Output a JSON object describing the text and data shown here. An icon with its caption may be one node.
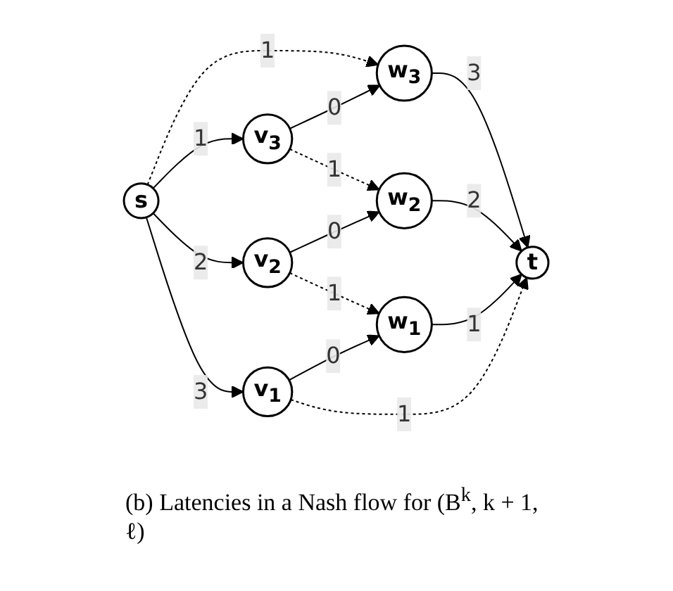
{
  "diagram": {
    "caption": "(b) Latencies in a Nash flow for (B$^{k}$, k + 1, ℓ)",
    "nodes": [
      {
        "text": [
          "s"
        ]
      },
      {
        "text": [
          "v$_{3}$"
        ]
      },
      {
        "text": [
          "v$_{2}$"
        ]
      },
      {
        "text": [
          "v$_{1}$"
        ]
      },
      {
        "text": [
          "w$_{3}$"
        ]
      },
      {
        "text": [
          "w$_{2}$"
        ]
      },
      {
        "text": [
          "w$_{1}$"
        ]
      },
      {
        "text": [
          "t"
        ]
      }
    ],
    "edges": [
      {
        "from": 0,
        "to": 4,
        "arrow": "to",
        "label": "1",
        "style": "dashed"
      },
      {
        "from": 0,
        "to": 1,
        "arrow": "to",
        "label": "1"
      },
      {
        "from": 0,
        "to": 2,
        "arrow": "to",
        "label": "2"
      },
      {
        "from": 0,
        "to": 3,
        "arrow": "to",
        "label": "3"
      },
      {
        "from": 1,
        "to": 4,
        "arrow": "to",
        "label": "0"
      },
      {
        "from": 1,
        "to": 5,
        "arrow": "to",
        "label": "1",
        "style": "dashed"
      },
      {
        "from": 2,
        "to": 5,
        "arrow": "to",
        "label": "0"
      },
      {
        "from": 2,
        "to": 6,
        "arrow": "to",
        "label": "1",
        "style": "dashed"
      },
      {
        "from": 3,
        "to": 6,
        "arrow": "to",
        "label": "0"
      },
      {
        "from": 3,
        "to": 7,
        "arrow": "to",
        "label": "1",
        "style": "dashed"
      },
      {
        "from": 4,
        "to": 7,
        "arrow": "to",
        "label": "3"
      },
      {
        "from": 5,
        "to": 7,
        "arrow": "to",
        "label": "2"
      },
      {
        "from": 6,
        "to": 7,
        "arrow": "to",
        "label": "1"
      }
    ]
  }
}
